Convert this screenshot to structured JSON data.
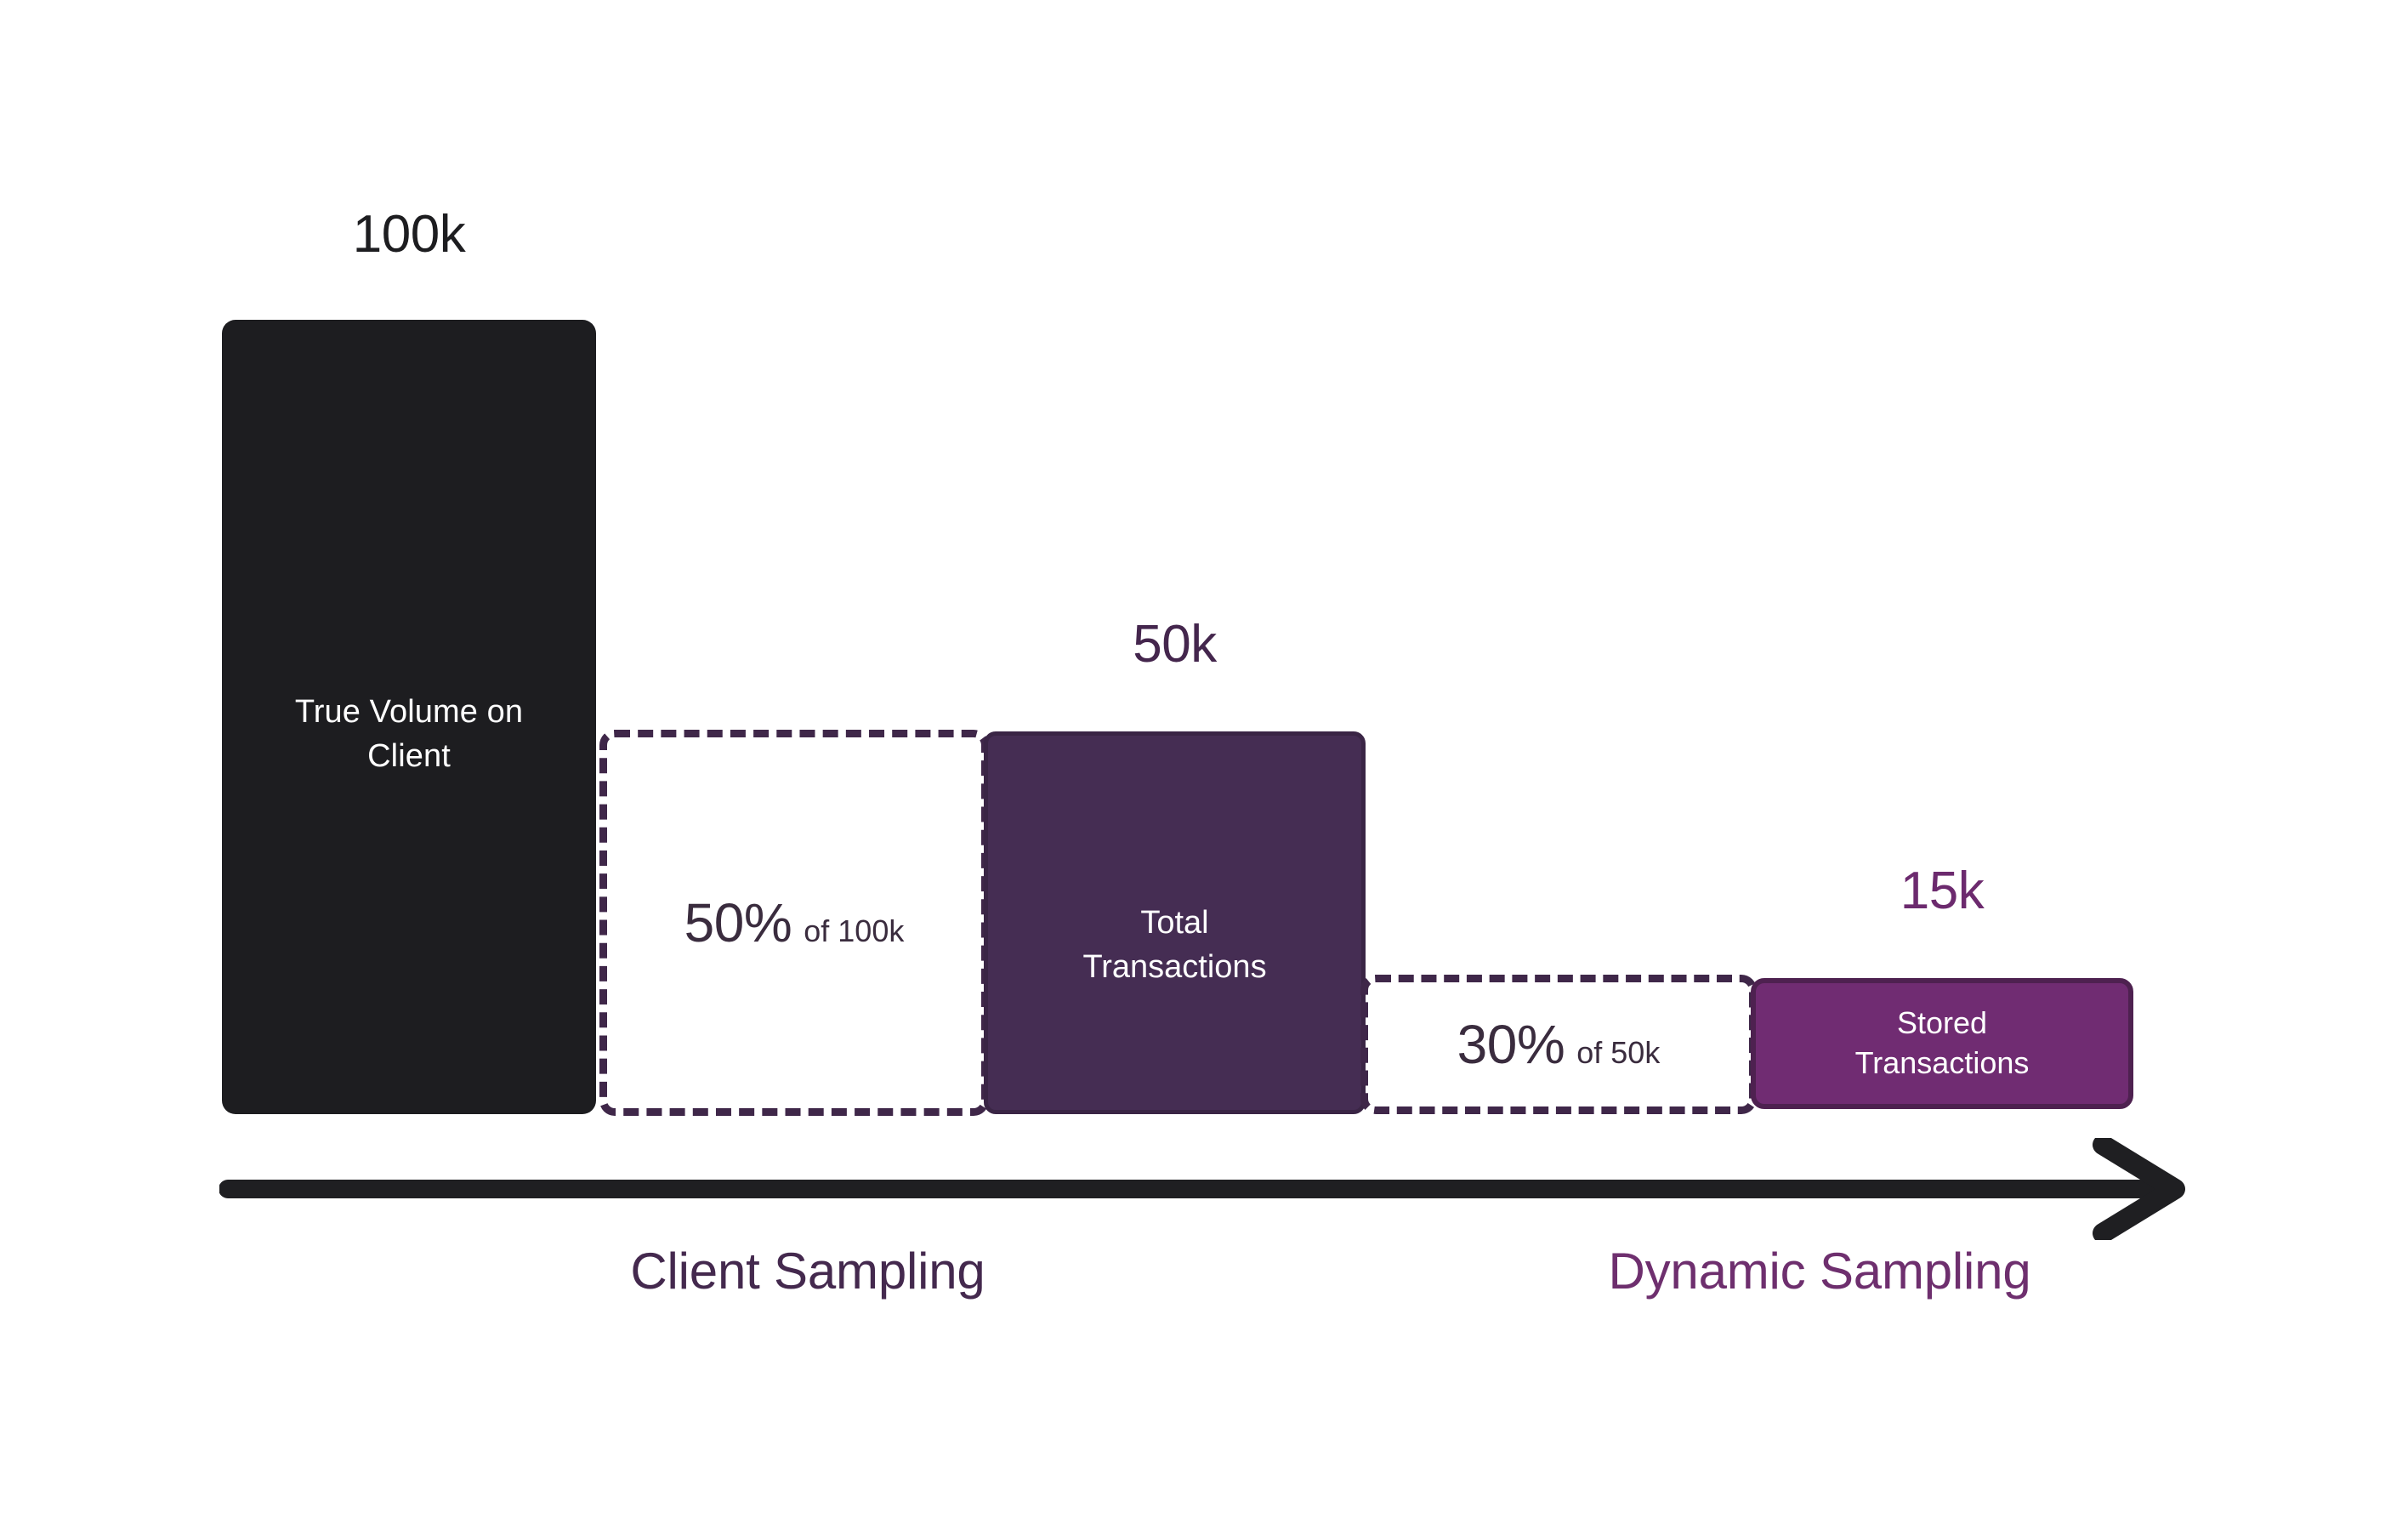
{
  "chart_data": {
    "type": "bar",
    "title": "",
    "subtitle": "",
    "xlabel": "",
    "ylabel": "",
    "categories": [
      "True Volume on Client",
      "Total Transactions",
      "Stored Transactions"
    ],
    "values": [
      100000,
      50000,
      15000
    ],
    "value_labels": [
      "100k",
      "50k",
      "15k"
    ],
    "grid": false,
    "legend": "none",
    "annotations": [
      {
        "label": "50% of 100k",
        "percent": "50%",
        "basis": "of 100k",
        "stage": "Client Sampling"
      },
      {
        "label": "30% of 50k",
        "percent": "30%",
        "basis": "of 50k",
        "stage": "Dynamic Sampling"
      }
    ],
    "phases": [
      "Client Sampling",
      "Dynamic Sampling"
    ]
  },
  "bars": {
    "true_volume": {
      "value_label": "100k",
      "name_line1": "True Volume on",
      "name_line2": "Client",
      "color": "#1D1D20",
      "label_color": "#1D1D20"
    },
    "total_transactions": {
      "value_label": "50k",
      "name_line1": "Total",
      "name_line2": "Transactions",
      "color": "#452D53",
      "label_color": "#44264D"
    },
    "stored_transactions": {
      "value_label": "15k",
      "name_line1": "Stored",
      "name_line2": "Transactions",
      "color": "#702C72",
      "label_color": "#6C2A6E"
    }
  },
  "reductions": {
    "client": {
      "percent": "50%",
      "basis": "of 100k",
      "border_color": "#3F2749",
      "text_color": "#3A2C3E"
    },
    "dynamic": {
      "percent": "30%",
      "basis": "of 50k",
      "border_color": "#3F2749",
      "text_color": "#3A2C3E"
    }
  },
  "phases": {
    "client": {
      "label": "Client Sampling",
      "color": "#44294E"
    },
    "dynamic": {
      "label": "Dynamic Sampling",
      "color": "#6E2F6E"
    }
  },
  "axis": {
    "icon": "arrow-right-icon",
    "color": "#1F1F22"
  }
}
